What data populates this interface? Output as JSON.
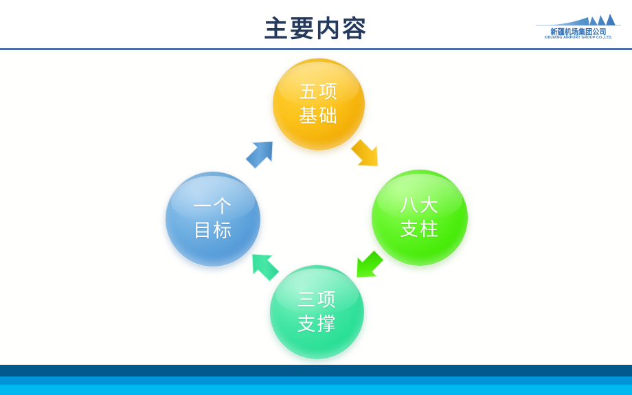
{
  "slide": {
    "title": "主要内容",
    "background_color": "#ffffff",
    "title_color": "#23395e",
    "rule_color": "#4a6ca8"
  },
  "logo": {
    "mark_name": "xinjiang-airport-swoosh-mark",
    "chinese_name": "新疆机场集团公司",
    "english_name": "XINJIANG AIRPORT GROUP CO.,LTD.",
    "color": "#2f6fb5"
  },
  "diagram": {
    "type": "cycle",
    "nodes": [
      {
        "id": "top",
        "position": "top",
        "line1": "五项",
        "line2": "基础",
        "color": "#fcc31a",
        "text_color": "#ffffff"
      },
      {
        "id": "right",
        "position": "right",
        "line1": "八大",
        "line2": "支柱",
        "color": "#55f21c",
        "text_color": "#ffffff"
      },
      {
        "id": "bottom",
        "position": "bottom",
        "line1": "三项",
        "line2": "支撑",
        "color": "#2ade96",
        "text_color": "#ffffff"
      },
      {
        "id": "left",
        "position": "left",
        "line1": "一个",
        "line2": "目标",
        "color": "#5d9fd8",
        "text_color": "#ffffff"
      }
    ],
    "arrows": [
      {
        "id": "blue",
        "icon": "arrow-up-right-icon",
        "from": "bottom",
        "to": "top",
        "color": "#4a90d0"
      },
      {
        "id": "gold",
        "icon": "arrow-down-right-icon",
        "from": "top",
        "to": "right",
        "color": "#f5b90a"
      },
      {
        "id": "green",
        "icon": "arrow-down-left-icon",
        "from": "right",
        "to": "bottom",
        "color": "#3fe800"
      },
      {
        "id": "spring",
        "icon": "arrow-up-left-icon",
        "from": "bottom",
        "to": "left",
        "color": "#3ae39b"
      }
    ]
  },
  "footer": {
    "bands": [
      {
        "id": "band-dark",
        "color": "#02598c"
      },
      {
        "id": "band-medium",
        "color": "#0193d8"
      },
      {
        "id": "band-bright",
        "color": "#00b8f0"
      }
    ]
  }
}
